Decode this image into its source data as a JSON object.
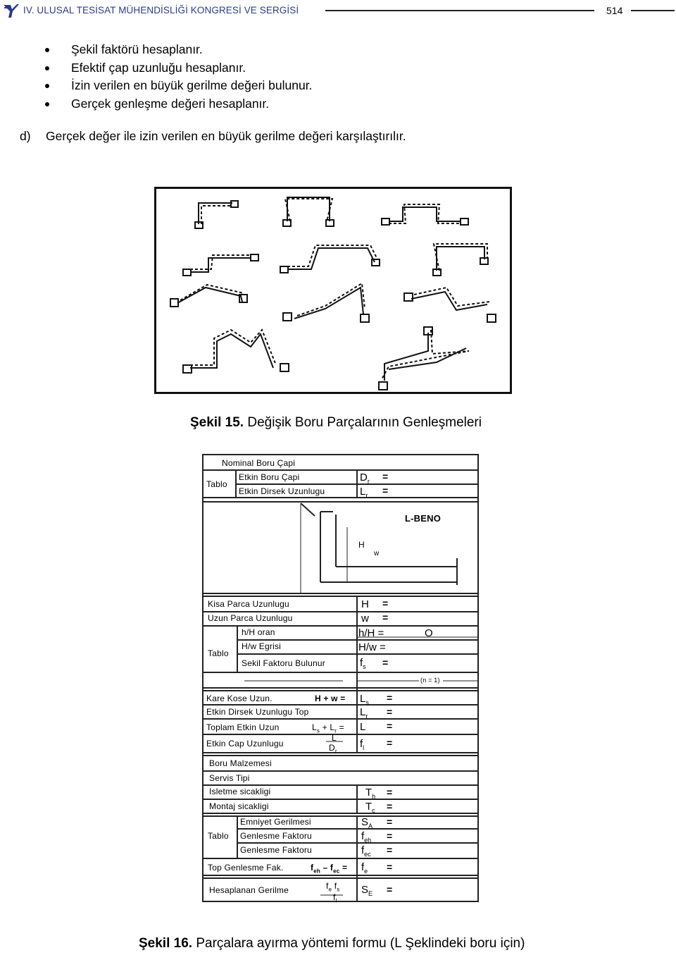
{
  "header": {
    "conference_title": "IV. ULUSAL TESİSAT MÜHENDİSLİĞİ KONGRESİ VE SERGİSİ",
    "page_number": "514"
  },
  "bullets": [
    "Şekil faktörü hesaplanır.",
    "Efektif çap uzunluğu  hesaplanır.",
    "İzin verilen en büyük gerilme değeri bulunur.",
    "Gerçek genleşme değeri hesaplanır."
  ],
  "paragraph_d": {
    "label": "d)",
    "text": "Gerçek değer ile izin verilen en büyük gerilme değeri karşılaştırılır."
  },
  "figure15": {
    "caption_label": "Şekil 15.",
    "caption_text": " Değişik Boru Parçalarının Genleşmeleri"
  },
  "figure16": {
    "caption_label": "Şekil 16.",
    "caption_text": " Parçalara ayırma yöntemi formu (L Şeklindeki boru için)",
    "form": {
      "nominal": "Nominal Boru Çapi",
      "tablo1": "Tablo",
      "etkin_boru": "Etkin Boru Çapi",
      "etkin_dirsek": "Etkin Dirsek Uzunlugu",
      "sym_dr": "D",
      "sym_dr_sub": "r",
      "sym_lr": "L",
      "sym_lr_sub": "r",
      "lbend": "L-BENO",
      "dia_h": "H",
      "dia_w": "w",
      "kisa": "Kisa Parca Uzunlugu",
      "uzun": "Uzun Parca Uzunlugu",
      "hH_oran": "h/H oran",
      "hw_egrisi": "H/w Egrisi",
      "tablo2": "Tablo",
      "sekil_faktoru": "Sekil Faktoru Bulunur",
      "sym_H": "H",
      "sym_w": "w",
      "sym_hH": "h/H =",
      "sym_hH_val": "O",
      "sym_Hw": "H/w =",
      "sym_fs": "f",
      "sym_fs_sub": "s",
      "n_note": "(n = 1)",
      "kare_kose": "Kare Kose  Uzun.",
      "kare_formula": "H + w =",
      "etkin_dirsek_top": "Etkin Dirsek Uzunlugu Top",
      "toplam_etkin": "Toplam Etkin Uzun",
      "toplam_formula": "L",
      "toplam_formula_mid": " + L",
      "toplam_formula_end": " =",
      "etkin_cap": "Etkin Cap Uzunlugu",
      "frac_top": "L",
      "frac_bot": "D",
      "sym_Ls": "L",
      "sym_Ls_sub": "s",
      "sym_Lr2": "L",
      "sym_Lr2_sub": "r",
      "sym_L": "L",
      "sym_fl": "f",
      "sym_fl_sub": "l",
      "boru_malzemesi": "Boru Malzemesi",
      "servis_tipi": "Servis Tipi",
      "isletme": "Isletme sicakligi",
      "montaj": "Montaj sicakligi",
      "sym_Th": "T",
      "sym_Th_sub": "h",
      "sym_Tc": "T",
      "sym_Tc_sub": "c",
      "emniyet": "Emniyet Gerilmesi",
      "tablo3": "Tablo",
      "genlesme1": "Genlesme Faktoru",
      "genlesme2": "Genlesme Faktoru",
      "sym_SA": "S",
      "sym_SA_sub": "A",
      "sym_feh": "f",
      "sym_feh_sub": "eh",
      "sym_fec": "f",
      "sym_fec_sub": "ec",
      "top_genlesme": "Top Genlesme Fak.",
      "top_genlesme_formula": "f",
      "sym_fe": "f",
      "sym_fe_sub": "e",
      "hesaplanan": "Hesaplanan Gerilme",
      "hes_frac_top": "f",
      "hes_frac_bot": "f",
      "sym_SE": "S",
      "sym_SE_sub": "E",
      "eq": "="
    }
  }
}
